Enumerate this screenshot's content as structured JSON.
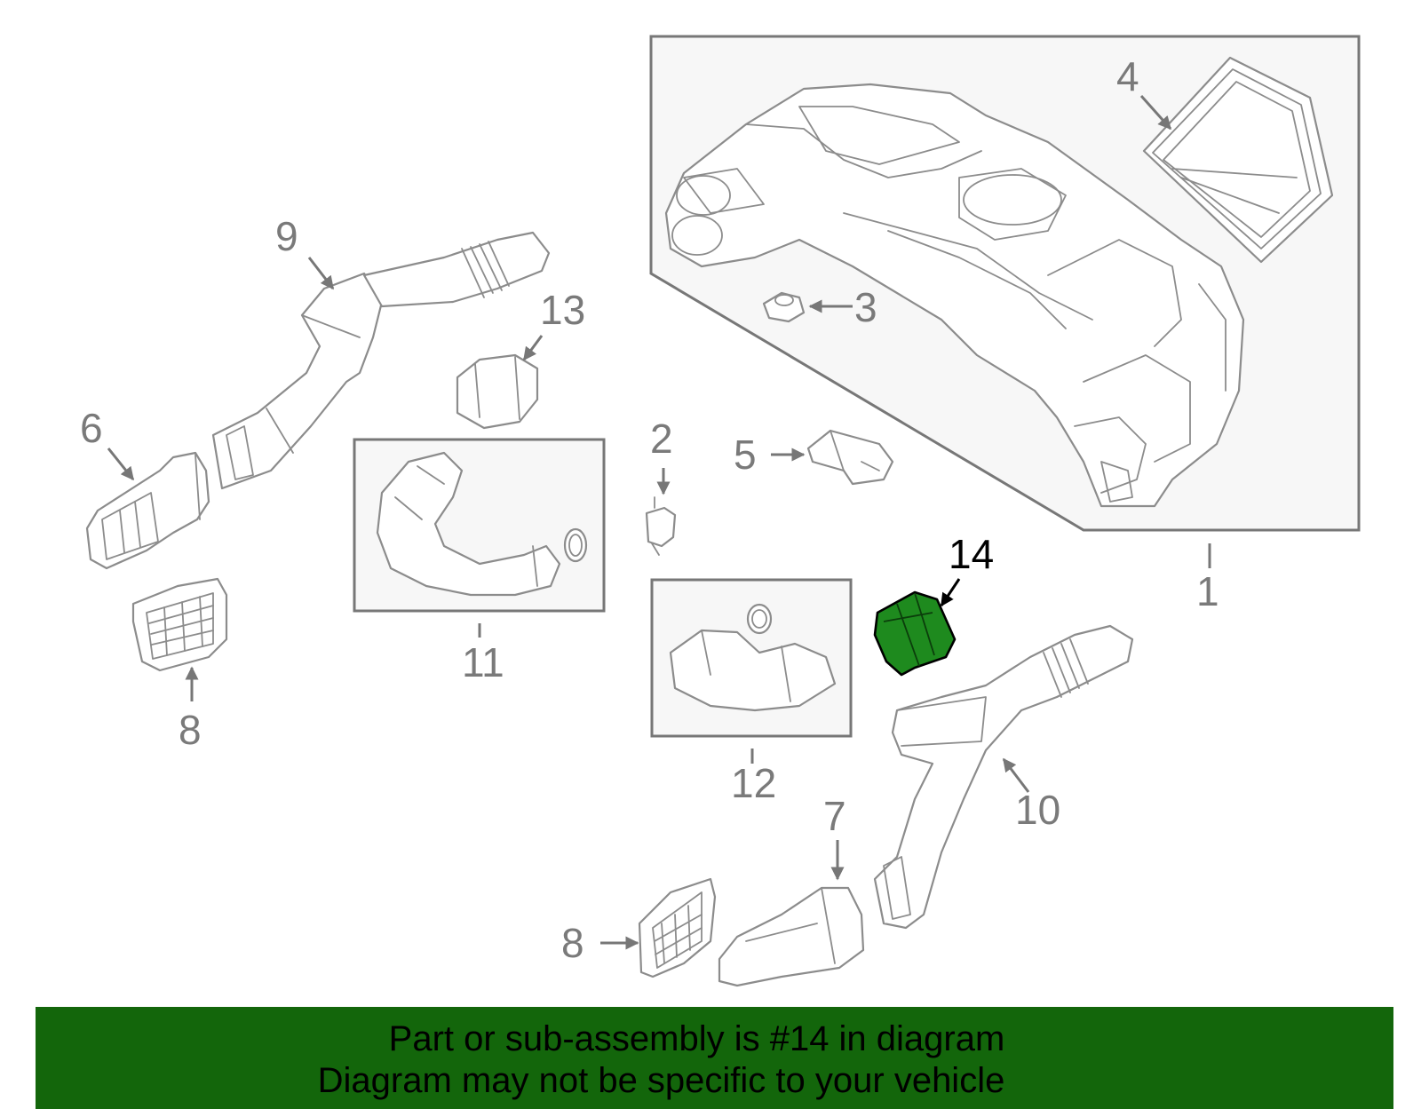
{
  "callouts": {
    "c1": "1",
    "c2": "2",
    "c3": "3",
    "c4": "4",
    "c5": "5",
    "c6": "6",
    "c7": "7",
    "c8a": "8",
    "c8b": "8",
    "c9": "9",
    "c10": "10",
    "c11": "11",
    "c12": "12",
    "c13": "13",
    "c14": "14"
  },
  "highlight": {
    "part_number": "14",
    "color": "#1e8a1e"
  },
  "banner": {
    "line1": "Part or sub-assembly is #14 in diagram",
    "line2": "Diagram may not be specific to your vehicle",
    "background": "#13660b"
  }
}
